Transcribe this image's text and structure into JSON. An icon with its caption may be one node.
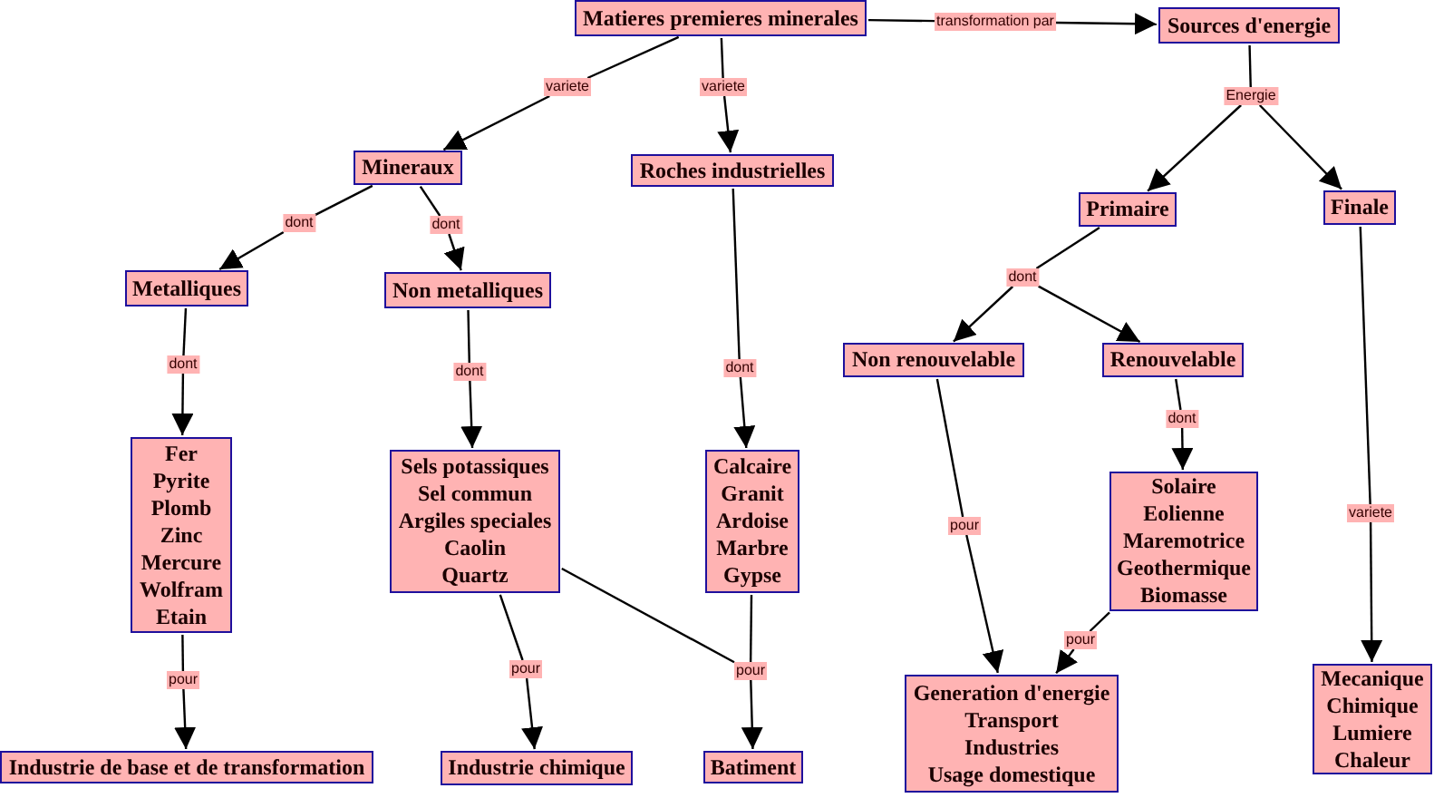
{
  "diagram": {
    "nodes": [
      {
        "text": [
          "Matieres premieres minerales"
        ]
      },
      {
        "text": [
          "transformation par"
        ]
      },
      {
        "text": [
          "Sources d'energie"
        ]
      },
      {
        "text": [
          "variete"
        ]
      },
      {
        "text": [
          "variete"
        ]
      },
      {
        "text": [
          "Energie"
        ]
      },
      {
        "text": [
          "Mineraux"
        ]
      },
      {
        "text": [
          "Roches industrielles"
        ]
      },
      {
        "text": [
          "Primaire"
        ]
      },
      {
        "text": [
          "Finale"
        ]
      },
      {
        "text": [
          "dont"
        ]
      },
      {
        "text": [
          "dont"
        ]
      },
      {
        "text": [
          "dont"
        ]
      },
      {
        "text": [
          "Metalliques"
        ]
      },
      {
        "text": [
          "Non metalliques"
        ]
      },
      {
        "text": [
          "Non renouvelable"
        ]
      },
      {
        "text": [
          "Renouvelable"
        ]
      },
      {
        "text": [
          "dont"
        ]
      },
      {
        "text": [
          "dont"
        ]
      },
      {
        "text": [
          "dont"
        ]
      },
      {
        "text": [
          "dont"
        ]
      },
      {
        "text": [
          "Fer",
          "Pyrite",
          "Plomb",
          "Zinc",
          "Mercure",
          "Wolfram",
          "Etain"
        ]
      },
      {
        "text": [
          "Sels potassiques",
          "Sel commun",
          "Argiles speciales",
          "Caolin",
          "Quartz"
        ]
      },
      {
        "text": [
          "Calcaire",
          "Granit",
          "Ardoise",
          "Marbre",
          "Gypse"
        ]
      },
      {
        "text": [
          "Solaire",
          "Eolienne",
          "Maremotrice",
          "Geothermique",
          "Biomasse"
        ]
      },
      {
        "text": [
          "variete"
        ]
      },
      {
        "text": [
          "pour"
        ]
      },
      {
        "text": [
          "pour"
        ]
      },
      {
        "text": [
          "pour"
        ]
      },
      {
        "text": [
          "pour"
        ]
      },
      {
        "text": [
          "pour"
        ]
      },
      {
        "text": [
          "Generation d'energie",
          "Transport",
          "Industries",
          "Usage domestique"
        ]
      },
      {
        "text": [
          "Mecanique",
          "Chimique",
          "Lumiere",
          "Chaleur"
        ]
      },
      {
        "text": [
          "Industrie de base et de transformation"
        ]
      },
      {
        "text": [
          "Industrie chimique"
        ]
      },
      {
        "text": [
          "Batiment"
        ]
      }
    ],
    "edges": [
      {
        "from": 0,
        "to": 1,
        "arrow": "none"
      },
      {
        "from": 1,
        "to": 2,
        "arrow": "to"
      },
      {
        "from": 0,
        "to": 3,
        "arrow": "none"
      },
      {
        "from": 3,
        "to": 6,
        "arrow": "to"
      },
      {
        "from": 0,
        "to": 4,
        "arrow": "none"
      },
      {
        "from": 4,
        "to": 7,
        "arrow": "to"
      },
      {
        "from": 2,
        "to": 5,
        "arrow": "none"
      },
      {
        "from": 5,
        "to": 8,
        "arrow": "to"
      },
      {
        "from": 5,
        "to": 9,
        "arrow": "to"
      },
      {
        "from": 6,
        "to": 10,
        "arrow": "none"
      },
      {
        "from": 10,
        "to": 13,
        "arrow": "to"
      },
      {
        "from": 6,
        "to": 11,
        "arrow": "none"
      },
      {
        "from": 11,
        "to": 14,
        "arrow": "to"
      },
      {
        "from": 8,
        "to": 12,
        "arrow": "none"
      },
      {
        "from": 12,
        "to": 15,
        "arrow": "to"
      },
      {
        "from": 12,
        "to": 16,
        "arrow": "to"
      },
      {
        "from": 13,
        "to": 17,
        "arrow": "none"
      },
      {
        "from": 17,
        "to": 21,
        "arrow": "to"
      },
      {
        "from": 14,
        "to": 18,
        "arrow": "none"
      },
      {
        "from": 18,
        "to": 22,
        "arrow": "to"
      },
      {
        "from": 7,
        "to": 19,
        "arrow": "none"
      },
      {
        "from": 19,
        "to": 23,
        "arrow": "to"
      },
      {
        "from": 16,
        "to": 20,
        "arrow": "none"
      },
      {
        "from": 20,
        "to": 24,
        "arrow": "to"
      },
      {
        "from": 9,
        "to": 25,
        "arrow": "none"
      },
      {
        "from": 25,
        "to": 32,
        "arrow": "to"
      },
      {
        "from": 15,
        "to": 26,
        "arrow": "none"
      },
      {
        "from": 26,
        "to": 31,
        "arrow": "to"
      },
      {
        "from": 24,
        "to": 27,
        "arrow": "none"
      },
      {
        "from": 27,
        "to": 31,
        "arrow": "to"
      },
      {
        "from": 21,
        "to": 28,
        "arrow": "none"
      },
      {
        "from": 28,
        "to": 33,
        "arrow": "to"
      },
      {
        "from": 22,
        "to": 29,
        "arrow": "none"
      },
      {
        "from": 29,
        "to": 34,
        "arrow": "to"
      },
      {
        "from": 22,
        "to": 30,
        "arrow": "none"
      },
      {
        "from": 23,
        "to": 30,
        "arrow": "none"
      },
      {
        "from": 30,
        "to": 35,
        "arrow": "to"
      }
    ]
  }
}
